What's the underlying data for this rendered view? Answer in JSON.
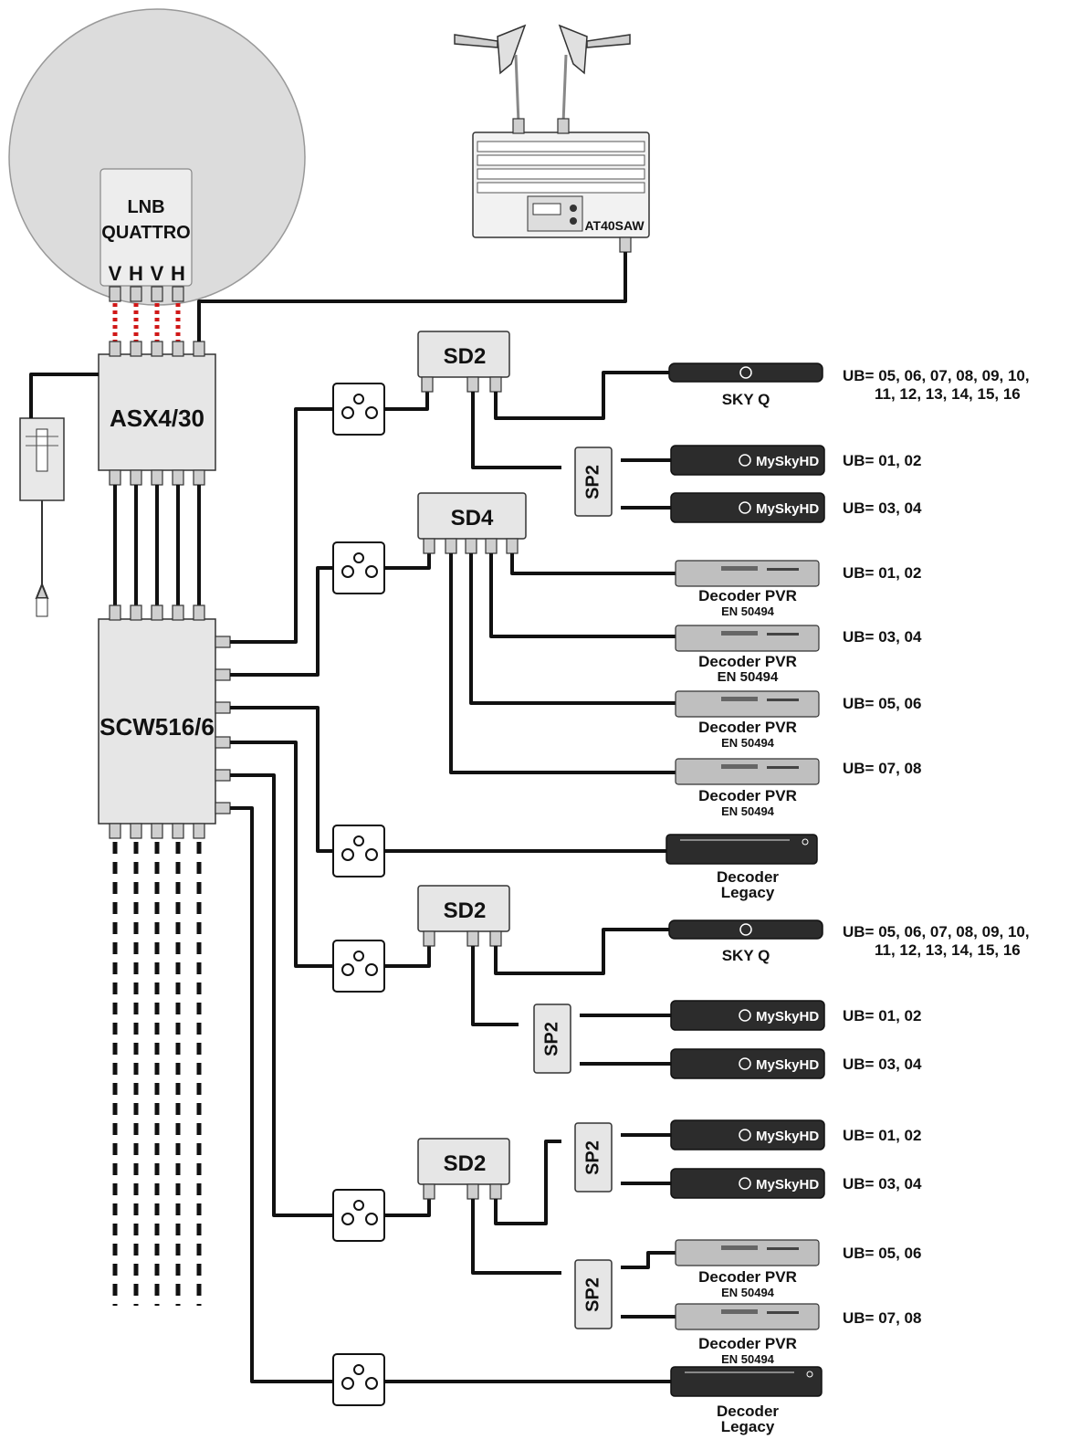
{
  "lnb": {
    "line1": "LNB",
    "line2": "QUATTRO",
    "pols": [
      "V",
      "H",
      "V",
      "H"
    ]
  },
  "amplifier": {
    "model": "AT40SAW"
  },
  "multiswitch": {
    "asx": "ASX4/30",
    "scw": "SCW516/6"
  },
  "splitters": {
    "sd2": "SD2",
    "sd4": "SD4",
    "sp2": "SP2"
  },
  "devices": {
    "skyq": "SKY Q",
    "myskyhd": "MySkyHD",
    "decoder_pvr": "Decoder PVR",
    "en50494": "EN 50494",
    "decoder": "Decoder",
    "legacy": "Legacy"
  },
  "ub": {
    "skyq_line1": "UB= 05, 06, 07, 08, 09, 10,",
    "skyq_line2": "11, 12, 13, 14, 15, 16",
    "u0102": "UB= 01, 02",
    "u0304": "UB= 03, 04",
    "u0506": "UB= 05, 06",
    "u0708": "UB= 07, 08"
  }
}
